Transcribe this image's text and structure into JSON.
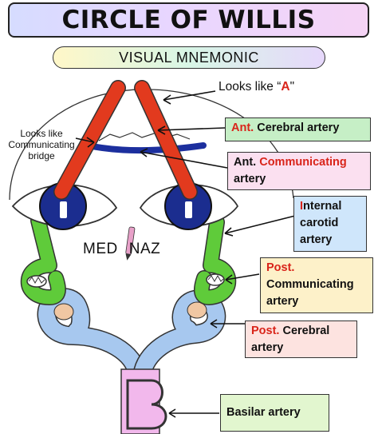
{
  "title": "CIRCLE OF WILLIS",
  "subtitle": "VISUAL MNEMONIC",
  "looks_like_a": {
    "prefix": "Looks like",
    "quote_open": "“",
    "letter": "A",
    "quote_close": "\""
  },
  "bridge_note": [
    "Looks like",
    "Communicating",
    "bridge"
  ],
  "brand": {
    "left": "MED",
    "right": "NAZ"
  },
  "labels": {
    "aca": {
      "highlight": "Ant.",
      "rest": " Cerebral artery",
      "bg": "#c6efc6"
    },
    "acom": {
      "line1_black": "Ant. ",
      "line1_red": "Communicating",
      "line2": "artery",
      "bg": "#fbe0f0"
    },
    "ica": {
      "line1_red": "I",
      "line1_rest": "nternal",
      "line2": "carotid",
      "line3": "artery",
      "bg": "#cfe6fb"
    },
    "pcom": {
      "line1_red": "Post.",
      "line2": "Communicating",
      "line3": "artery",
      "bg": "#fdf1c9"
    },
    "pca": {
      "line1_red": "Post.",
      "line1_rest": " Cerebral",
      "line2": "artery",
      "bg": "#fde3e0"
    },
    "basilar": {
      "text": "Basilar artery",
      "bg": "#e2f6cf"
    }
  },
  "colors": {
    "anterior_cerebral": "#e23a1e",
    "communicating_bridge": "#1c2f9e",
    "iris": "#1b2d8f",
    "internal_carotid": "#5fcb3a",
    "posterior_cerebral": "#a7c8ef",
    "basilar": "#f2b8ec",
    "tonsil": "#f0c7a3"
  }
}
